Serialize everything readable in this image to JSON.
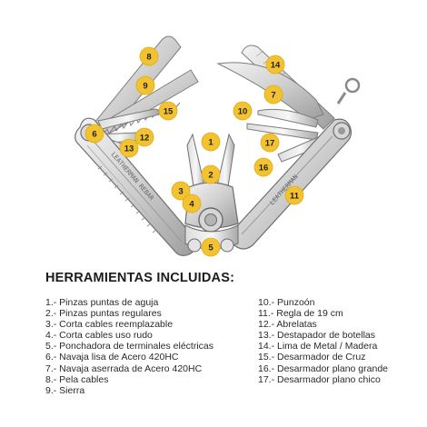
{
  "heading": "HERRAMIENTAS INCLUIDAS:",
  "tools_left": [
    "1.- Pinzas puntas de aguja",
    "2.- Pinzas puntas regulares",
    "3.- Corta cables reemplazable",
    "4.- Corta cables uso rudo",
    "5.- Ponchadora de terminales eléctricas",
    "6.- Navaja lisa de Acero 420HC",
    "7.- Navaja aserrada de Acero 420HC",
    "8.- Pela cables",
    "9.- Sierra"
  ],
  "tools_right": [
    "10.- Punzoón",
    "11.- Regla de 19 cm",
    "12.- Abrelatas",
    "13.- Destapador de botellas",
    "14.- Lima de Metal / Madera",
    "15.- Desarmador de Cruz",
    "16.- Desarmador plano grande",
    "17.- Desarmador plano chico"
  ],
  "callouts": [
    "1",
    "2",
    "3",
    "4",
    "5",
    "6",
    "7",
    "8",
    "9",
    "10",
    "11",
    "12",
    "13",
    "14",
    "15",
    "16",
    "17"
  ],
  "engravings": {
    "left_handle": "LEATHERMAN REBAR",
    "right_handle": "LEATHERMAN"
  },
  "colors": {
    "callout_fill": "#f2c230",
    "steel_light": "#e6e6e6",
    "steel_mid": "#c4c4c4",
    "steel_dark": "#8f8f8f",
    "text": "#222222"
  }
}
